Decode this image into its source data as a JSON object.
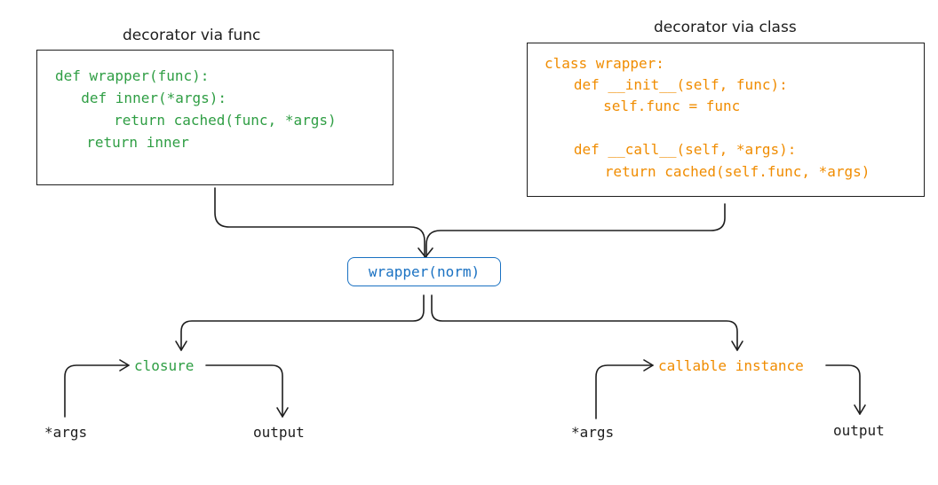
{
  "left": {
    "title": "decorator via func",
    "code": [
      "def wrapper(func):",
      "  def inner(*args):",
      "     return cached(func, *args)",
      "  return inner"
    ]
  },
  "right": {
    "title": "decorator via class",
    "code": [
      "class wrapper:",
      "   def __init__(self, func):",
      "     self.func = func",
      "",
      "   def __call__(self, *args):",
      "      return cached(self.func, *args)"
    ]
  },
  "center": {
    "label": "wrapper(norm)"
  },
  "closure_flow": {
    "label": "closure",
    "input": "*args",
    "output": "output"
  },
  "callable_flow": {
    "label": "callable instance",
    "input": "*args",
    "output": "output"
  },
  "colors": {
    "func": "#2f9e44",
    "class": "#f08c00",
    "center": "#1971c2",
    "stroke": "#1e1e1e"
  }
}
